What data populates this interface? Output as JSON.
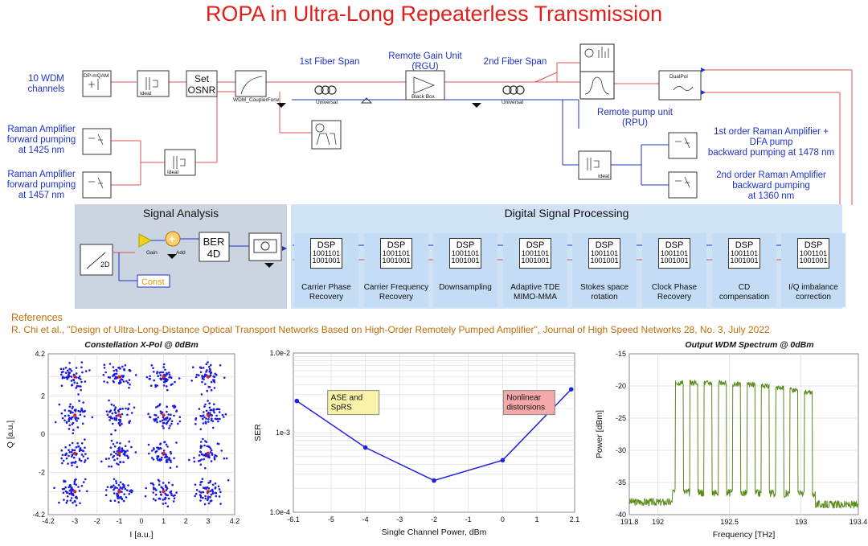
{
  "title": "ROPA in Ultra-Long Repeaterless Transmission",
  "schematic": {
    "wdm_channels": "10 WDM\nchannels",
    "raman_fwd_1425": "Raman Amplifier\nforward pumping\nat 1425 nm",
    "raman_fwd_1457": "Raman Amplifier\nforward pumping\nat 1457 nm",
    "span1": "1st Fiber Span",
    "span2": "2nd Fiber Span",
    "rgu": "Remote Gain Unit\n(RGU)",
    "rpu": "Remote pump unit\n(RPU)",
    "raman_1st": "1st order Raman Amplifier +\nDFA pump\nbackward pumping at 1478 nm",
    "raman_2nd": "2nd order Raman Amplifier\nbackward pumping\nat 1360 nm",
    "set_osnr": "Set\nOSNR",
    "ber": "BER\n4D",
    "const": "Const",
    "dp_mqam": "DP-mQAM",
    "ideal": "Ideal",
    "wdm_coupler": "WDM_CouplerForw",
    "universal": "Universal",
    "black_box": "Black Box",
    "dualpol": "DualPol",
    "gain": "Gain",
    "add": "Add",
    "twod": "2D"
  },
  "signal_analysis": {
    "title": "Signal Analysis"
  },
  "dsp": {
    "title": "Digital Signal Processing",
    "box_label": "DSP",
    "bits1": "1001101",
    "bits2": "1001001",
    "stages": [
      "Carrier Phase\nRecovery",
      "Carrier Frequency\nRecovery",
      "Downsampling",
      "Adaptive TDE\nMIMO-MMA",
      "Stokes space\nrotation",
      "Clock Phase\nRecovery",
      "CD\ncompensation",
      "I/Q imbalance\ncorrection"
    ]
  },
  "references": {
    "heading": "References",
    "text": "R. Chi et al., \"Design of Ultra-Long-Distance Optical Transport Networks Based on High-Order Remotely Pumped Amplifier\", Journal of High Speed Networks 28, No. 3, July 2022"
  },
  "colors": {
    "title": "#e0201a",
    "label": "#1e32c8",
    "reference": "#c0700a",
    "ser_line": "#2020e0",
    "spectrum": "#5a8a1a",
    "signal_wire": "#e05050",
    "pump_wire": "#1e32c8"
  },
  "chart_data": [
    {
      "type": "scatter",
      "title": "Constellation X-Pol @ 0dBm",
      "xlabel": "I [a.u.]",
      "ylabel": "Q [a.u.]",
      "xlim": [
        -4.2,
        4.2
      ],
      "ylim": [
        -4.2,
        4.2
      ],
      "xticks": [
        "-4.2",
        "-3",
        "-2",
        "-1",
        "0",
        "1",
        "2",
        "3",
        "4.2"
      ],
      "yticks": [
        "4.2",
        "2",
        "0",
        "-2",
        "-4.2"
      ],
      "cluster_centers": [
        -3,
        -1,
        1,
        3
      ],
      "grid": true
    },
    {
      "type": "line",
      "title": "",
      "xlabel": "Single Channel Power, dBm",
      "ylabel": "SER",
      "log_y": true,
      "xlim": [
        -6.1,
        2.1
      ],
      "ylim": [
        0.0001,
        0.01
      ],
      "xticks": [
        "-6.1",
        "-5",
        "-4",
        "-3",
        "-2",
        "-1",
        "0",
        "1",
        "2.1"
      ],
      "yticks": [
        "1.0e-2",
        "1e-3",
        "1.0e-4"
      ],
      "x": [
        -6,
        -4,
        -2,
        0,
        2
      ],
      "y": [
        0.0025,
        0.00065,
        0.00025,
        0.00045,
        0.0035
      ],
      "annotations": [
        "ASE and\nSpRS",
        "Nonlinear\ndistorsions"
      ],
      "grid": true
    },
    {
      "type": "line",
      "title": "Output WDM Spectrum @ 0dBm",
      "xlabel": "Frequency [THz]",
      "ylabel": "Power [dBm]",
      "xlim": [
        191.8,
        193.4
      ],
      "ylim": [
        -40,
        -15
      ],
      "xticks": [
        "191.8",
        "192",
        "192.5",
        "193",
        "193.4"
      ],
      "yticks": [
        "-15",
        "-20",
        "-25",
        "-30",
        "-35",
        "-40"
      ],
      "channel_centers": [
        192.15,
        192.25,
        192.35,
        192.45,
        192.55,
        192.65,
        192.75,
        192.85,
        192.95,
        193.05
      ],
      "channel_peaks": [
        -19.5,
        -19.5,
        -19.5,
        -19.5,
        -19.7,
        -19.8,
        -20.0,
        -20.3,
        -20.6,
        -21.0
      ],
      "noise_floor": [
        -38,
        -36
      ],
      "grid": true
    }
  ]
}
